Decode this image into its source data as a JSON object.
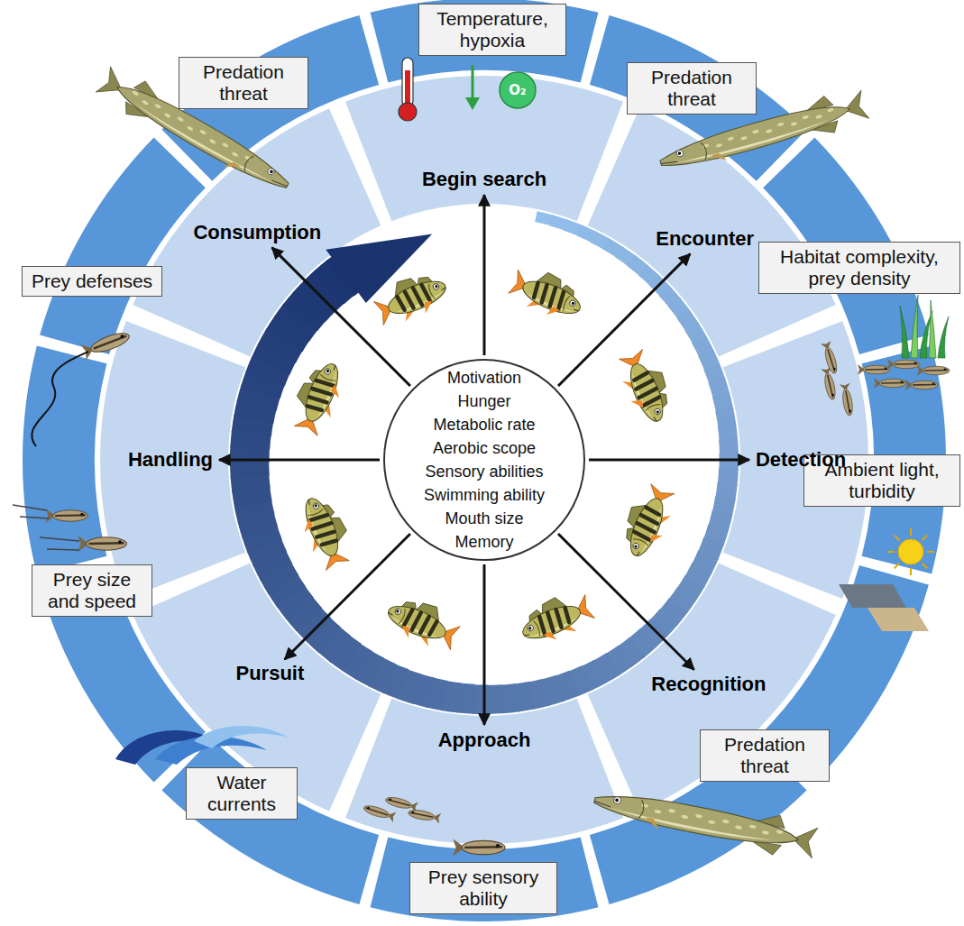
{
  "diagram": {
    "nodes": [
      {
        "text": [
          "Temperature, hypoxia"
        ]
      },
      {
        "text": [
          "Predation threat"
        ]
      },
      {
        "text": [
          "Habitat complexity, prey density"
        ]
      },
      {
        "text": [
          "Ambient light, turbidity"
        ]
      },
      {
        "text": [
          "Predation threat"
        ]
      },
      {
        "text": [
          "Prey sensory ability"
        ]
      },
      {
        "text": [
          "Water currents"
        ]
      },
      {
        "text": [
          "Prey size and speed"
        ]
      },
      {
        "text": [
          "Prey defenses"
        ]
      },
      {
        "text": [
          "Predation threat"
        ]
      },
      {
        "text": [
          "Begin search"
        ]
      },
      {
        "text": [
          "Encounter"
        ]
      },
      {
        "text": [
          "Detection"
        ]
      },
      {
        "text": [
          "Recognition"
        ]
      },
      {
        "text": [
          "Approach"
        ]
      },
      {
        "text": [
          "Pursuit"
        ]
      },
      {
        "text": [
          "Handling"
        ]
      },
      {
        "text": [
          "Consumption"
        ]
      },
      {
        "text": [
          "Motivation",
          "Hunger",
          "Metabolic rate",
          "Aerobic scope",
          "Sensory abilities",
          "Swimming ability",
          "Mouth size",
          "Memory"
        ]
      }
    ],
    "edges": [
      {
        "from": 18,
        "to": 10,
        "arrow": "to"
      },
      {
        "from": 18,
        "to": 11,
        "arrow": "to"
      },
      {
        "from": 18,
        "to": 12,
        "arrow": "to"
      },
      {
        "from": 18,
        "to": 13,
        "arrow": "to"
      },
      {
        "from": 18,
        "to": 14,
        "arrow": "to"
      },
      {
        "from": 18,
        "to": 15,
        "arrow": "to"
      },
      {
        "from": 18,
        "to": 16,
        "arrow": "to"
      },
      {
        "from": 18,
        "to": 17,
        "arrow": "to"
      }
    ],
    "labels": [
      "O₂"
    ]
  }
}
